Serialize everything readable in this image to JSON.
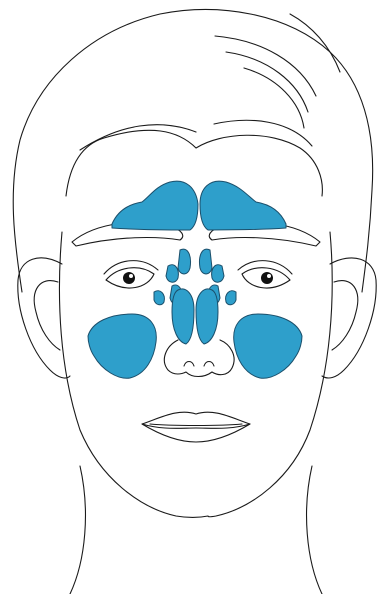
{
  "colors": {
    "outline": "#1a1a1a",
    "sinus_fill": "#2e9fcb",
    "sinus_stroke": "#1b4f6b",
    "background": "#ffffff",
    "pupil": "#111111"
  },
  "sinuses": {
    "frontal": {
      "shown": true,
      "count": 2
    },
    "ethmoid": {
      "shown": true,
      "count": 2
    },
    "sphenoid": {
      "shown": true,
      "count": 2
    },
    "maxillary": {
      "shown": true,
      "count": 2
    }
  }
}
